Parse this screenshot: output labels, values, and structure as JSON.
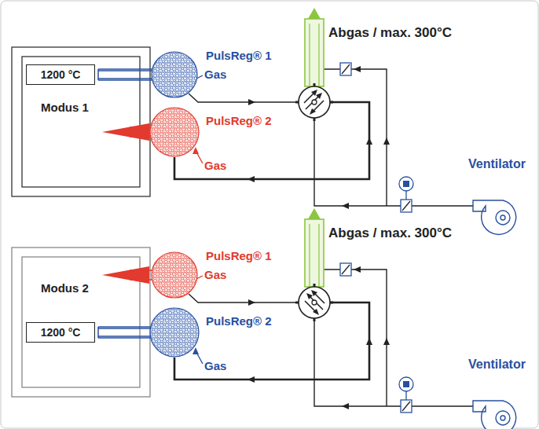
{
  "diagram": {
    "nodes": [
      {
        "text": [
          "Modus 1"
        ]
      },
      {
        "text": [
          "1200 °C"
        ],
        "in": 0
      },
      {
        "text": [
          "PulsReg® 1",
          "Gas"
        ]
      },
      {
        "text": [
          "PulsReg® 2",
          "Gas"
        ]
      },
      {
        "text": [
          "Ventilator"
        ]
      },
      {
        "text": [
          "Modus 2"
        ]
      },
      {
        "text": [
          "1200 °C"
        ],
        "in": 5
      },
      {
        "text": [
          "PulsReg® 1",
          "Gas"
        ]
      },
      {
        "text": [
          "PulsReg® 2",
          "Gas"
        ]
      },
      {
        "text": [
          "Ventilator"
        ]
      }
    ],
    "labels": [
      "Abgas / max. 300°C",
      "Abgas / max. 300°C"
    ]
  }
}
